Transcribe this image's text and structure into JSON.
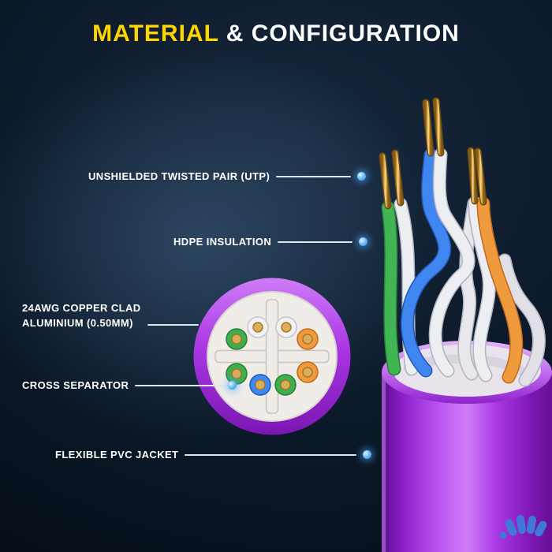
{
  "title": {
    "highlight": "MATERIAL",
    "rest": "& CONFIGURATION"
  },
  "callouts": {
    "utp": {
      "label": "UNSHIELDED TWISTED PAIR (UTP)"
    },
    "hdpe": {
      "label": "HDPE INSULATION"
    },
    "copper": {
      "label_line1": "24AWG COPPER CLAD",
      "label_line2": "ALUMINIUM (0.50MM)"
    },
    "cross": {
      "label": "CROSS SEPARATOR"
    },
    "jacket": {
      "label": "FLEXIBLE PVC JACKET"
    }
  },
  "icons": {
    "brand_logo": "cable-brand-logo"
  },
  "colors": {
    "accent_yellow": "#FFD500",
    "label_text": "#FFFFFF",
    "pointer_dot_blue": "#44A6F2",
    "jacket_purple": "#A62BE8",
    "wire_blue": "#3F86F0",
    "wire_orange": "#F09A3E",
    "wire_green": "#41B454",
    "wire_white": "#ECEEF2",
    "copper": "#D9A843",
    "background_navy": "#0B1828",
    "logo_blue": "#3E79D6"
  }
}
